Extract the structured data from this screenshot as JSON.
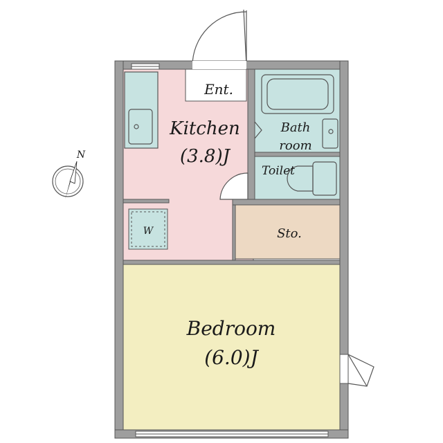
{
  "plan": {
    "rooms": {
      "entrance": {
        "label": "Ent."
      },
      "kitchen": {
        "label": "Kitchen",
        "size": "(3.8)J"
      },
      "bath": {
        "label_line1": "Bath",
        "label_line2": "room"
      },
      "toilet": {
        "label": "Toilet"
      },
      "storage": {
        "label": "Sto."
      },
      "washer": {
        "label": "W"
      },
      "bedroom": {
        "label": "Bedroom",
        "size": "(6.0)J"
      }
    },
    "compass": {
      "label": "N"
    },
    "colors": {
      "kitchen": "#f6d9da",
      "wet_area": "#c7e3e1",
      "storage": "#edd9c3",
      "bedroom": "#f3eec1",
      "wall": "#9e9e9e",
      "entrance": "#ffffff"
    }
  }
}
